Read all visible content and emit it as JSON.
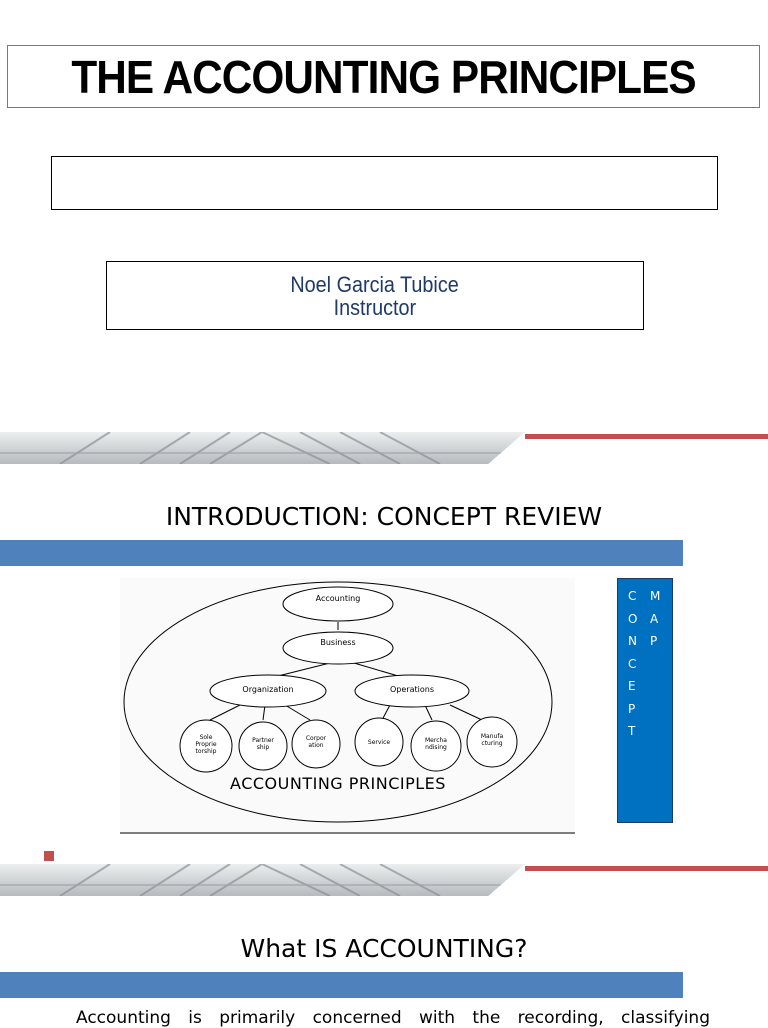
{
  "title": "THE ACCOUNTING PRINCIPLES",
  "author": {
    "name": "Noel Garcia Tubice",
    "role": "Instructor"
  },
  "section1": {
    "heading": "INTRODUCTION: CONCEPT REVIEW",
    "concept_label_col1": [
      "C",
      "O",
      "N",
      "C",
      "E",
      "P",
      "T"
    ],
    "concept_label_col2": [
      "M",
      "A",
      "P"
    ],
    "diagram": {
      "caption": "ACCOUNTING PRINCIPLES",
      "nodes": {
        "accounting": "Accounting",
        "business": "Business",
        "organization": "Organization",
        "operations": "Operations",
        "sole": [
          "Sole",
          "Proprie",
          "torship"
        ],
        "partnership": [
          "Partner",
          "ship"
        ],
        "corporation": [
          "Corpor",
          "ation"
        ],
        "service": [
          "Service"
        ],
        "merchandising": [
          "Mercha",
          "ndising"
        ],
        "manufacturing": [
          "Manufa",
          "cturing"
        ]
      }
    }
  },
  "section2": {
    "heading": "What IS ACCOUNTING?",
    "body_start": "Accounting is primarily concerned with the recording, classifying"
  },
  "colors": {
    "blue_bar": "#4f81bd",
    "red_accent": "#c0504d",
    "concept_box": "#0070c0",
    "author_text": "#1f3a68"
  }
}
